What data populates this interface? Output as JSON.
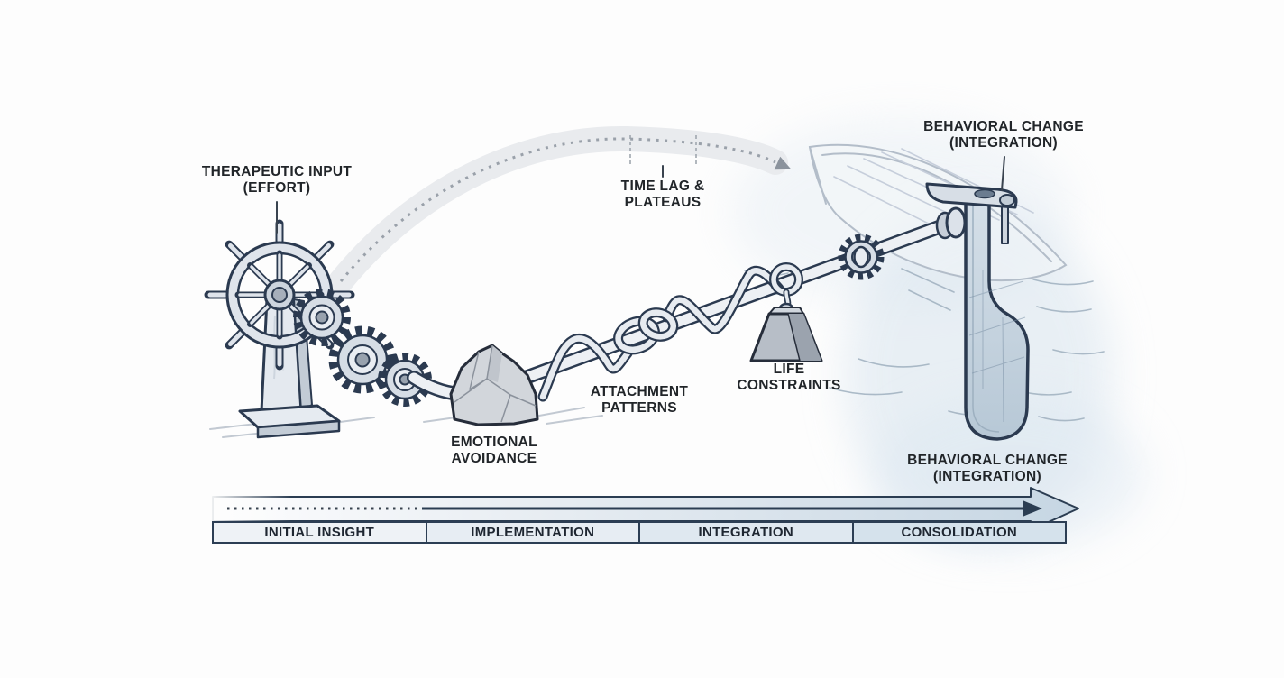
{
  "labels": {
    "therapeutic_input": {
      "line1": "THERAPEUTIC INPUT",
      "line2": "(EFFORT)"
    },
    "time_lag": {
      "line1": "TIME LAG &",
      "line2": "PLATEAUS"
    },
    "behavioral_change_top": {
      "line1": "BEHAVIORAL CHANGE",
      "line2": "(INTEGRATION)"
    },
    "emotional_avoidance": {
      "line1": "EMOTIONAL",
      "line2": "AVOIDANCE"
    },
    "attachment_patterns": {
      "line1": "ATTACHMENT",
      "line2": "PATTERNS"
    },
    "life_constraints": {
      "line1": "LIFE",
      "line2": "CONSTRAINTS"
    },
    "behavioral_change_bottom": {
      "line1": "BEHAVIORAL CHANGE",
      "line2": "(INTEGRATION)"
    }
  },
  "timeline": {
    "phases": [
      {
        "label": "INITIAL INSIGHT"
      },
      {
        "label": "IMPLEMENTATION"
      },
      {
        "label": "INTEGRATION"
      },
      {
        "label": "CONSOLIDATION"
      }
    ]
  },
  "icons": {
    "ships_wheel": "ships-wheel-icon",
    "gear_train": "gear-train-icon",
    "drive_shaft": "drive-shaft-icon",
    "rock": "rock-obstacle-icon",
    "knot": "rope-knot-icon",
    "weight": "hanging-weight-icon",
    "rudder": "rudder-icon",
    "boat": "boat-hull-icon",
    "progress_arc": "dotted-arc-arrow-icon",
    "timeline_arrow": "timeline-arrow-icon"
  },
  "colors": {
    "outline": "#2b3a50",
    "text": "#212529",
    "arc_dots": "#9aa1aa",
    "timeline_band": "#c9d8e5",
    "rudder_fill": "#c6d4e0",
    "metal_light": "#e7ebf0"
  }
}
